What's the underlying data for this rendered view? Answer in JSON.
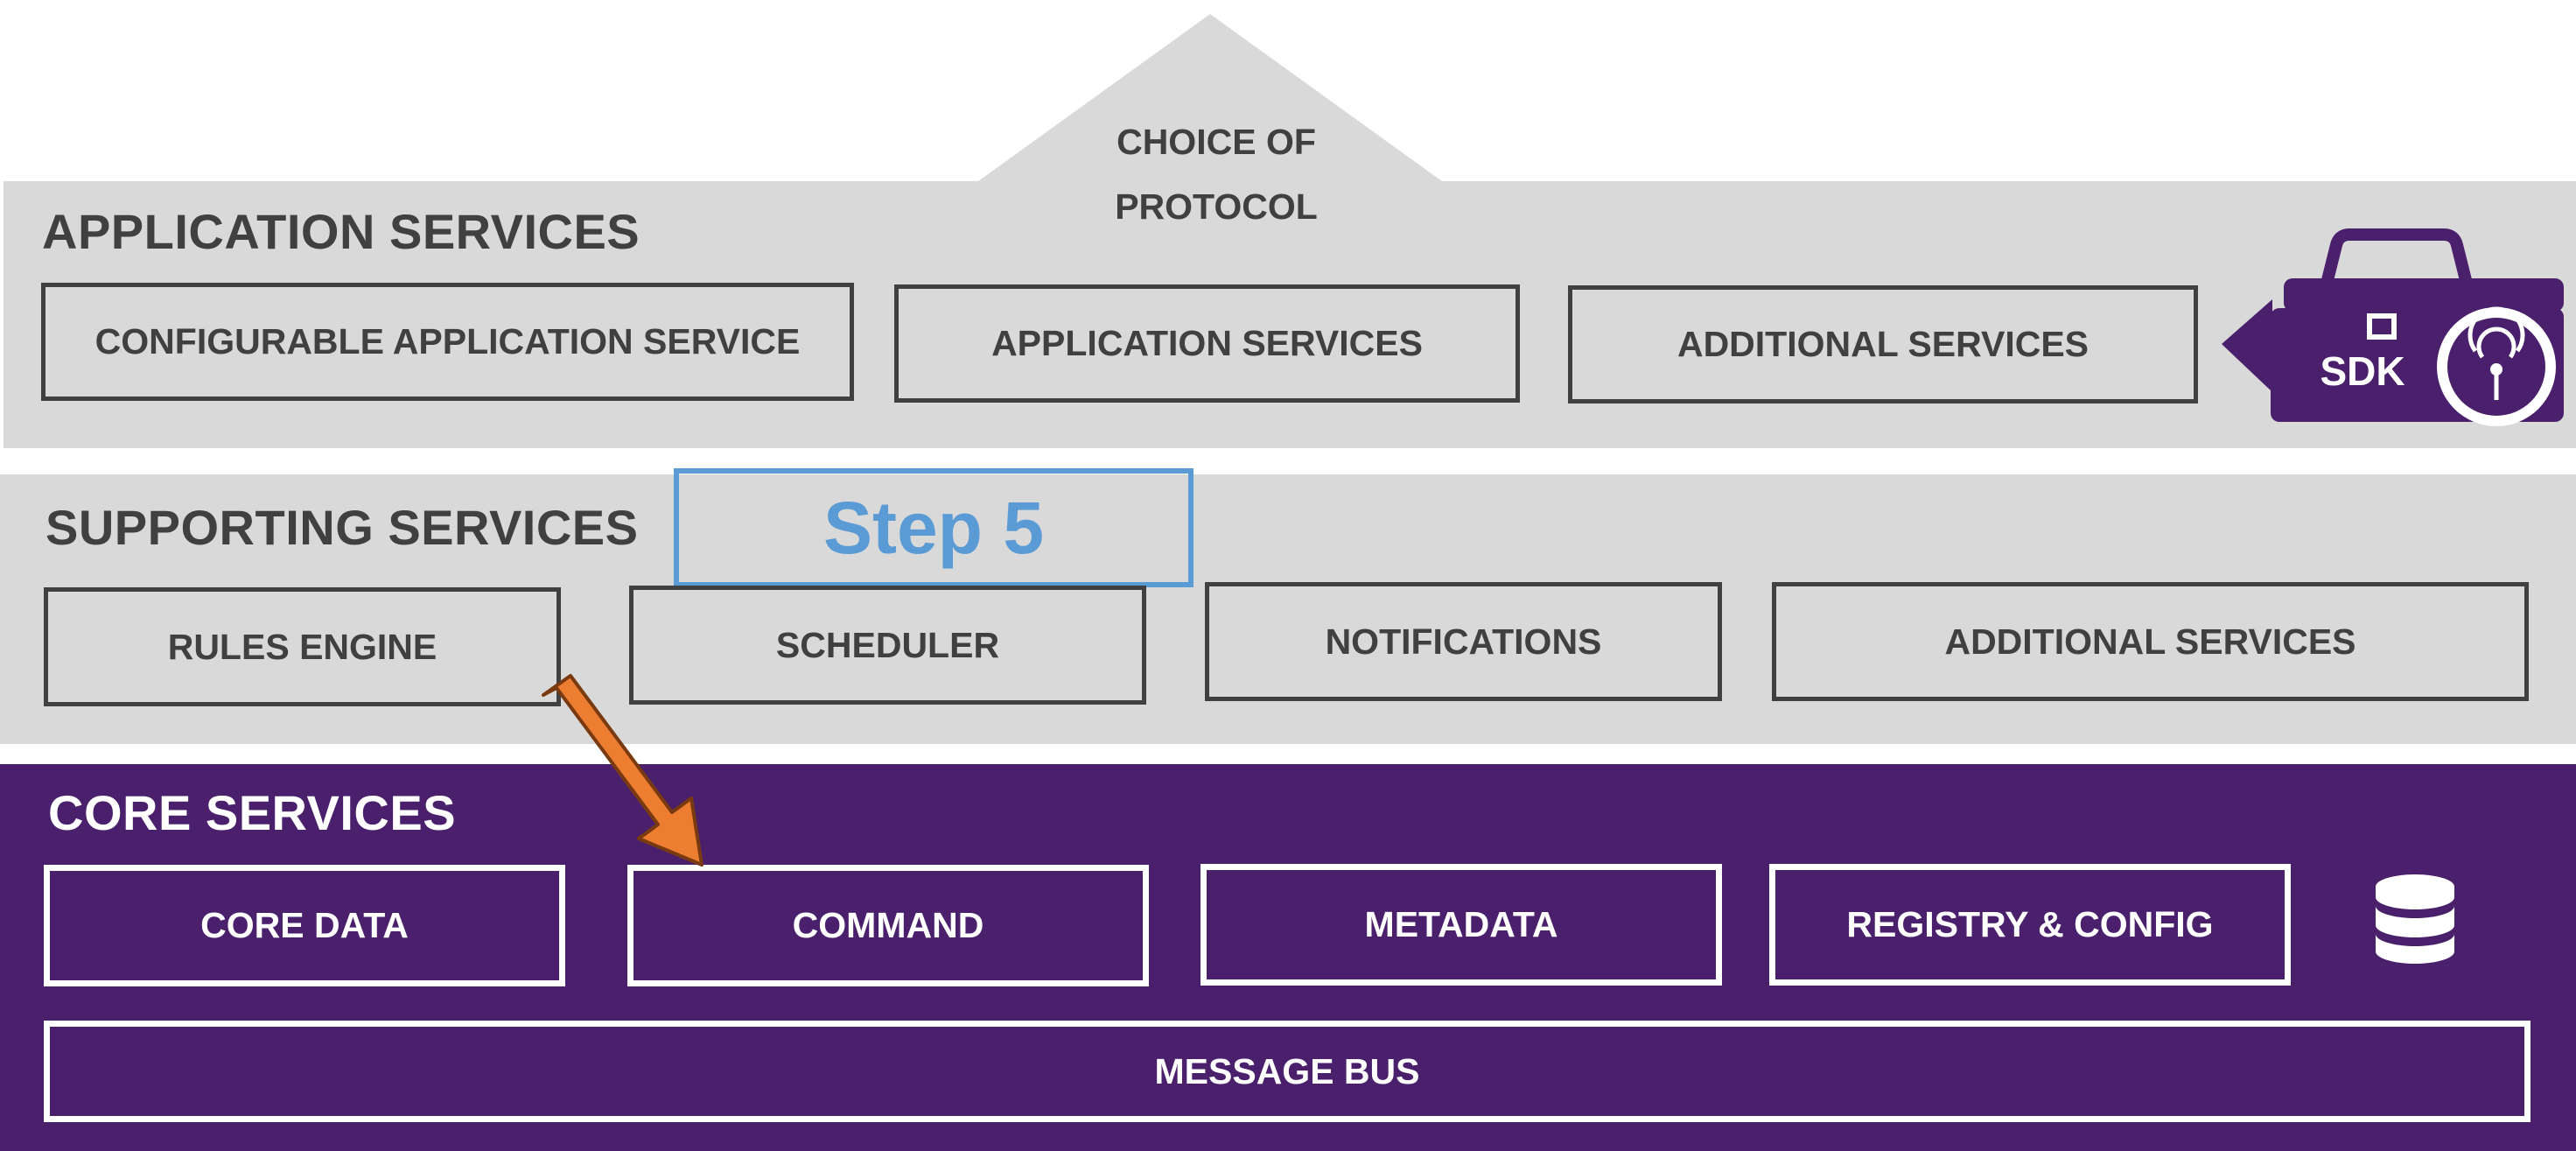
{
  "protocol": {
    "line1": "CHOICE OF",
    "line2": "PROTOCOL"
  },
  "application_services": {
    "title": "APPLICATION SERVICES",
    "boxes": [
      "CONFIGURABLE APPLICATION SERVICE",
      "APPLICATION SERVICES",
      "ADDITIONAL SERVICES"
    ]
  },
  "sdk": {
    "label": "SDK",
    "icon": "toolbox-icon"
  },
  "supporting_services": {
    "title": "SUPPORTING SERVICES",
    "boxes": [
      "RULES ENGINE",
      "SCHEDULER",
      "NOTIFICATIONS",
      "ADDITIONAL SERVICES"
    ]
  },
  "step": {
    "label": "Step 5"
  },
  "core_services": {
    "title": "CORE SERVICES",
    "boxes": [
      "CORE DATA",
      "COMMAND",
      "METADATA",
      "REGISTRY & CONFIG"
    ],
    "message_bus": "MESSAGE BUS",
    "database_icon": "database-icon"
  },
  "colors": {
    "gray_band": "#d9d9d9",
    "dark_text": "#404040",
    "purple": "#4a206d",
    "step_blue": "#5b9bd5",
    "arrow_orange": "#ed7d31"
  }
}
